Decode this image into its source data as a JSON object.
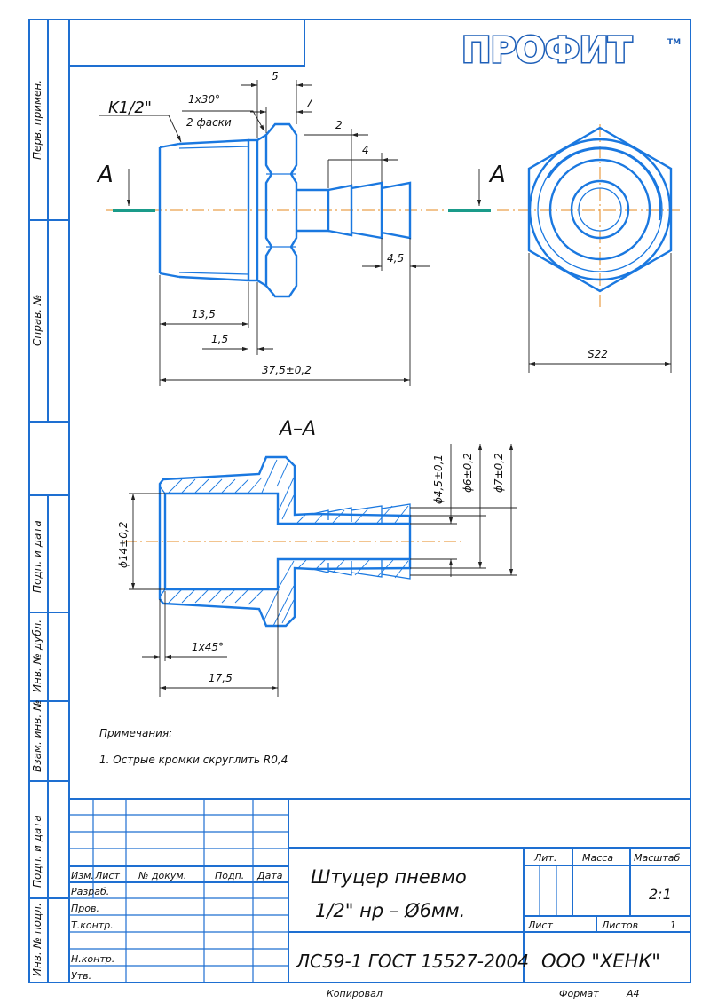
{
  "logo": {
    "text": "ПРОФИТ",
    "mark": "TM"
  },
  "drawing": {
    "thread_label": "K1/2\"",
    "chamfer_top": "1x30°",
    "chamfer_bottom": "2 фаски",
    "dim_5": "5",
    "dim_7": "7",
    "dim_2": "2",
    "dim_4": "4",
    "dim_4_5": "4,5",
    "dim_13_5": "13,5",
    "dim_1_5": "1,5",
    "dim_total": "37,5±0,2",
    "dim_s22": "S22",
    "section_mark": "A",
    "section_title": "A–A",
    "dim_d14": "ϕ14±0,2",
    "dim_d4_5": "ϕ4,5±0,1",
    "dim_d6": "ϕ6±0,2",
    "dim_d7": "ϕ7±0,2",
    "dim_1x45": "1x45°",
    "dim_17_5": "17,5"
  },
  "notes": {
    "heading": "Примечания:",
    "item1": "1. Острые кромки скруглить R0,4"
  },
  "side_labels": {
    "perv": "Перв. примен.",
    "sprav": "Справ. №",
    "podp1": "Подп. и дата",
    "inv_dubl": "Инв. № дубл.",
    "vzam": "Взам. инв. №",
    "podp2": "Подп. и дата",
    "inv_podl": "Инв. № подл."
  },
  "title_block": {
    "col_izm": "Изм.",
    "col_list": "Лист",
    "col_dokum": "№ докум.",
    "col_podp": "Подп.",
    "col_data": "Дата",
    "row_razrab": "Разраб.",
    "row_prov": "Пров.",
    "row_tkontr": "Т.контр.",
    "row_nkontr": "Н.контр.",
    "row_utv": "Утв.",
    "name_line1": "Штуцер пневмо",
    "name_line2": "1/2\" нр – Ø6мм.",
    "material": "ЛС59-1 ГОСТ 15527-2004",
    "lit": "Лит.",
    "massa": "Масса",
    "masshtab": "Масштаб",
    "scale": "2:1",
    "sheet": "Лист",
    "sheets": "Листов",
    "sheets_count": "1",
    "company": "ООО \"ХЕНК\"",
    "kopiroval": "Копировал",
    "format_label": "Формат",
    "format_value": "А4"
  }
}
